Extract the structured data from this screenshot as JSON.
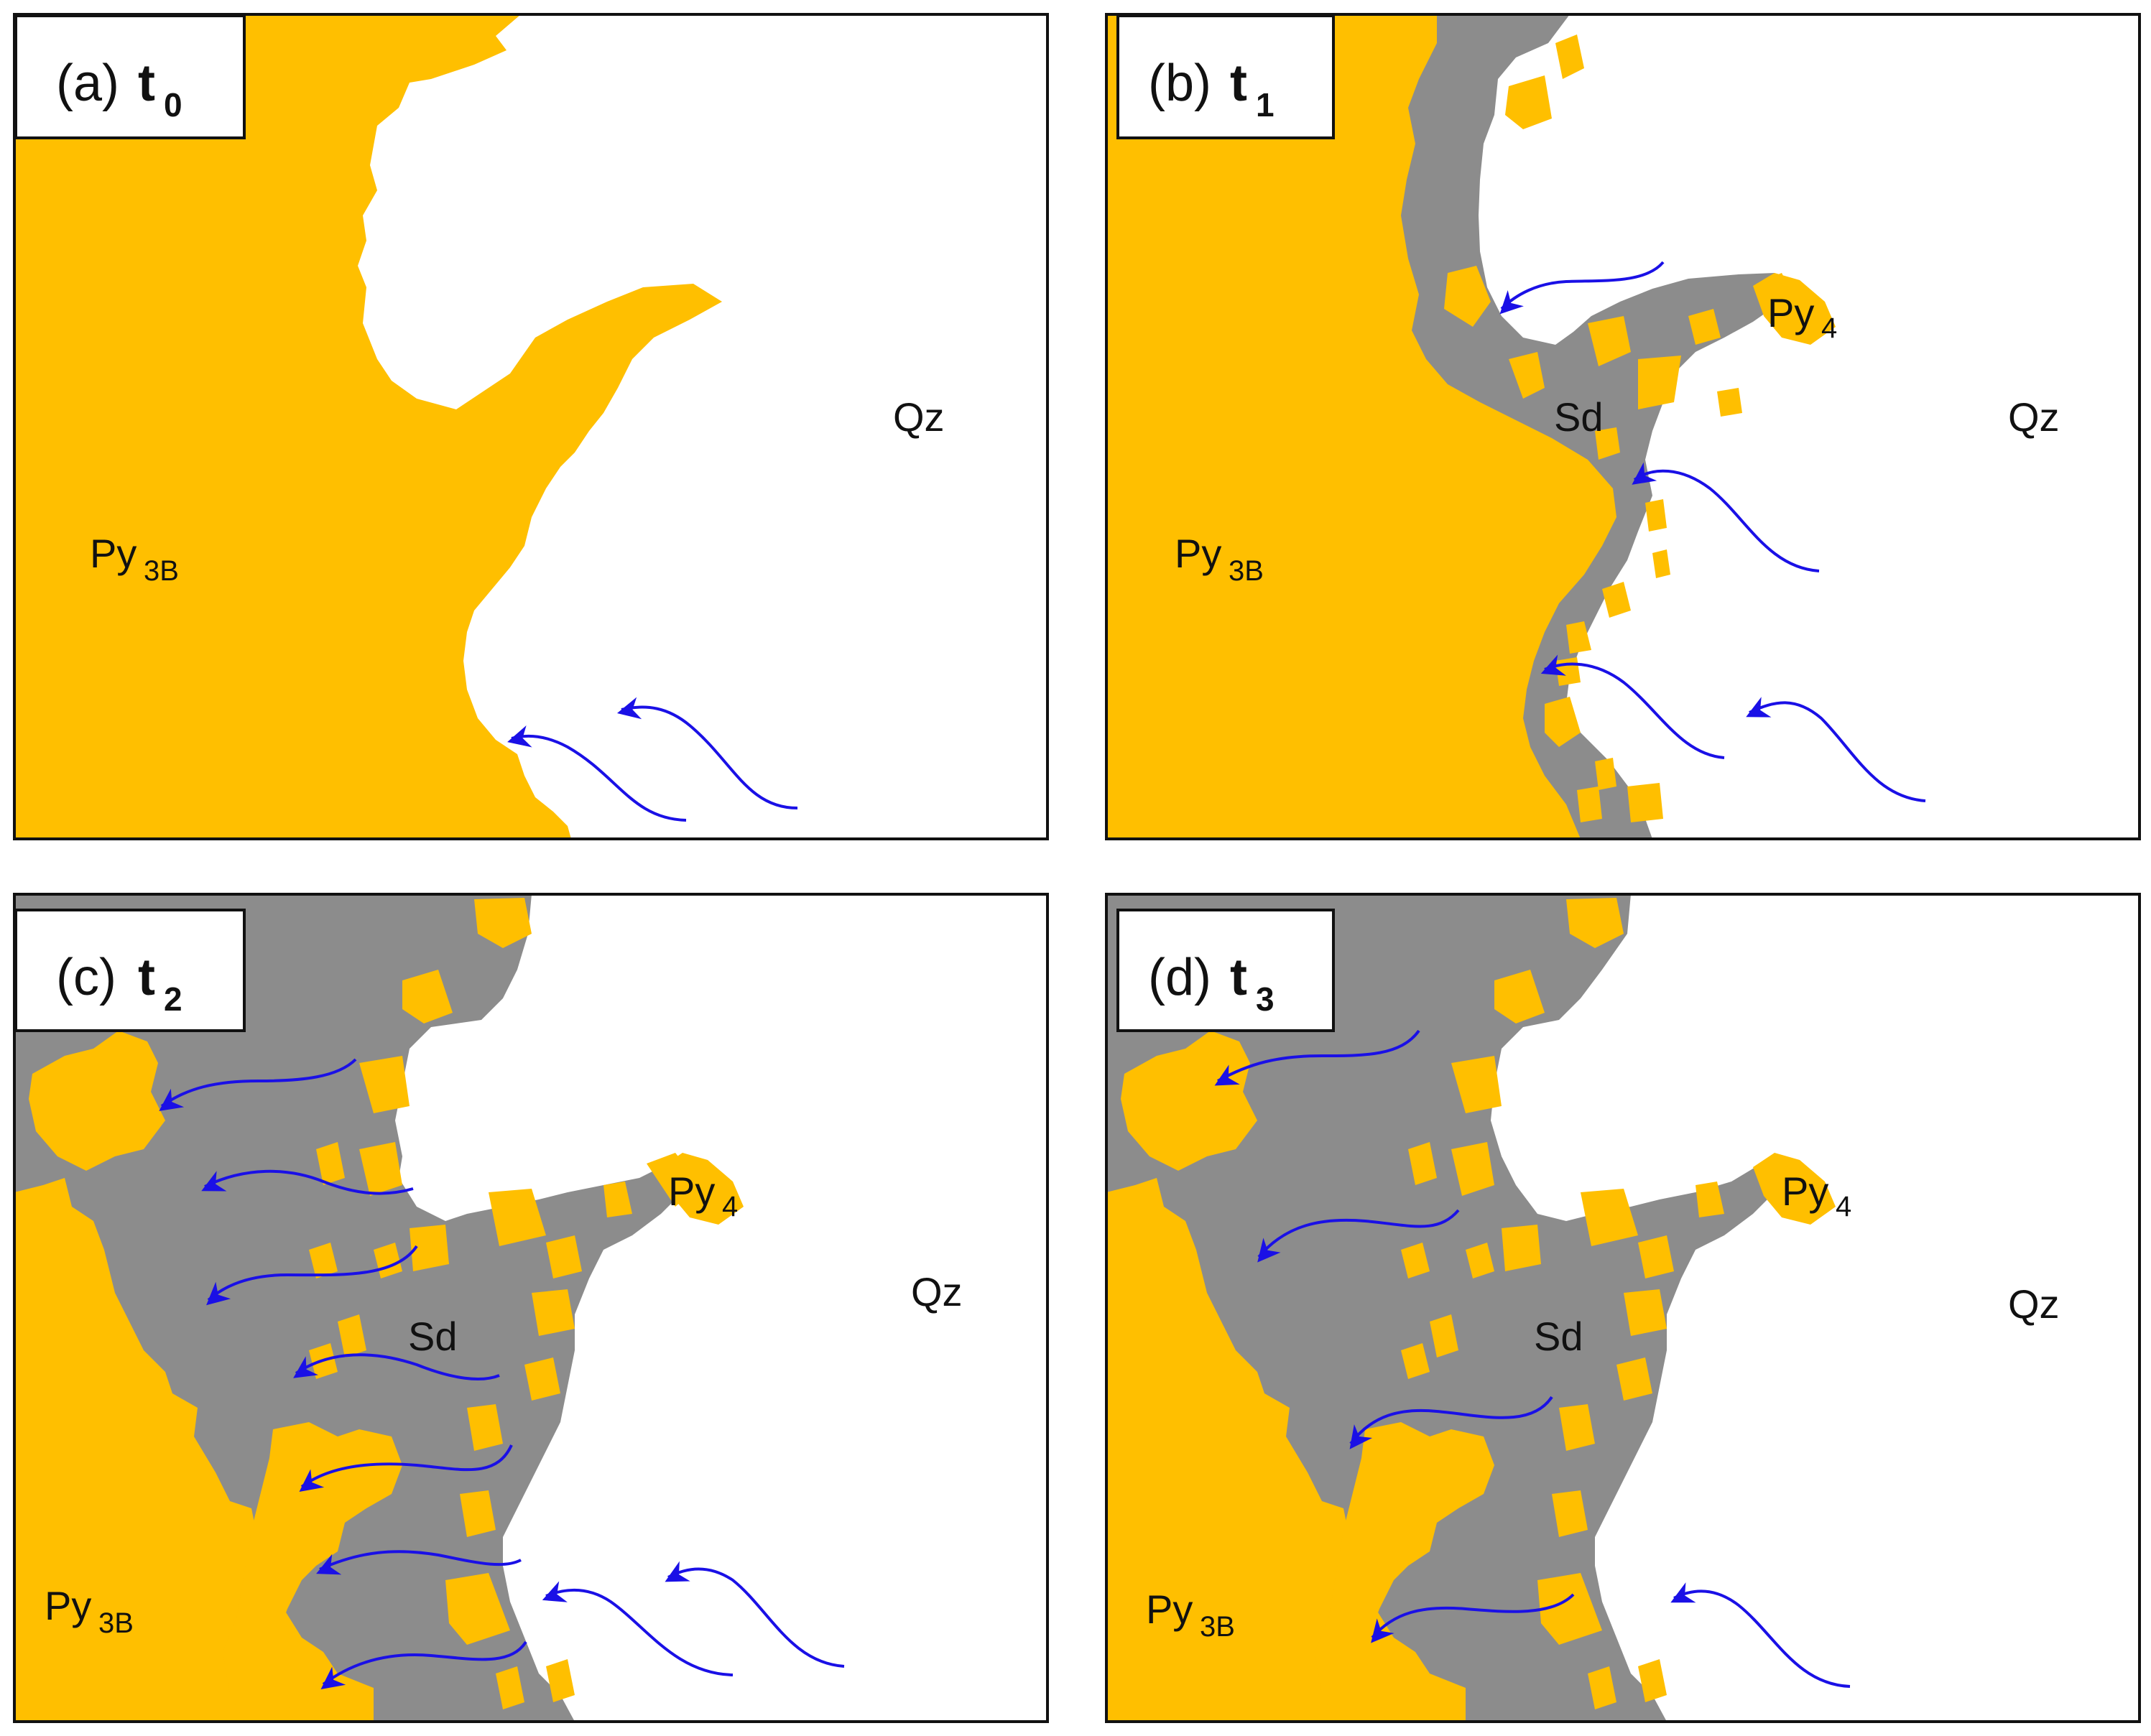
{
  "colors": {
    "pyrite": "#FFBF00",
    "sphalerite": "#8C8C8C",
    "quartz": "#FFFFFF",
    "fluid_arrow": "#1A10E6",
    "frame": "#111111"
  },
  "panels": [
    {
      "letter": "(a)",
      "time": "t",
      "time_sub": "0",
      "labels": [
        {
          "main": "Py",
          "sub": "3B",
          "name": "label-py3b"
        },
        {
          "main": "Qz",
          "sub": "",
          "name": "label-qz"
        }
      ]
    },
    {
      "letter": "(b)",
      "time": "t",
      "time_sub": "1",
      "labels": [
        {
          "main": "Py",
          "sub": "3B",
          "name": "label-py3b"
        },
        {
          "main": "Qz",
          "sub": "",
          "name": "label-qz"
        },
        {
          "main": "Sd",
          "sub": "",
          "name": "label-sd"
        },
        {
          "main": "Py",
          "sub": "4",
          "name": "label-py4"
        }
      ]
    },
    {
      "letter": "(c)",
      "time": "t",
      "time_sub": "2",
      "labels": [
        {
          "main": "Py",
          "sub": "3B",
          "name": "label-py3b"
        },
        {
          "main": "Qz",
          "sub": "",
          "name": "label-qz"
        },
        {
          "main": "Sd",
          "sub": "",
          "name": "label-sd"
        },
        {
          "main": "Py",
          "sub": "4",
          "name": "label-py4"
        }
      ]
    },
    {
      "letter": "(d)",
      "time": "t",
      "time_sub": "3",
      "labels": [
        {
          "main": "Py",
          "sub": "3B",
          "name": "label-py3b"
        },
        {
          "main": "Qz",
          "sub": "",
          "name": "label-qz"
        },
        {
          "main": "Sd",
          "sub": "",
          "name": "label-sd"
        },
        {
          "main": "Py",
          "sub": "4",
          "name": "label-py4"
        }
      ]
    }
  ]
}
